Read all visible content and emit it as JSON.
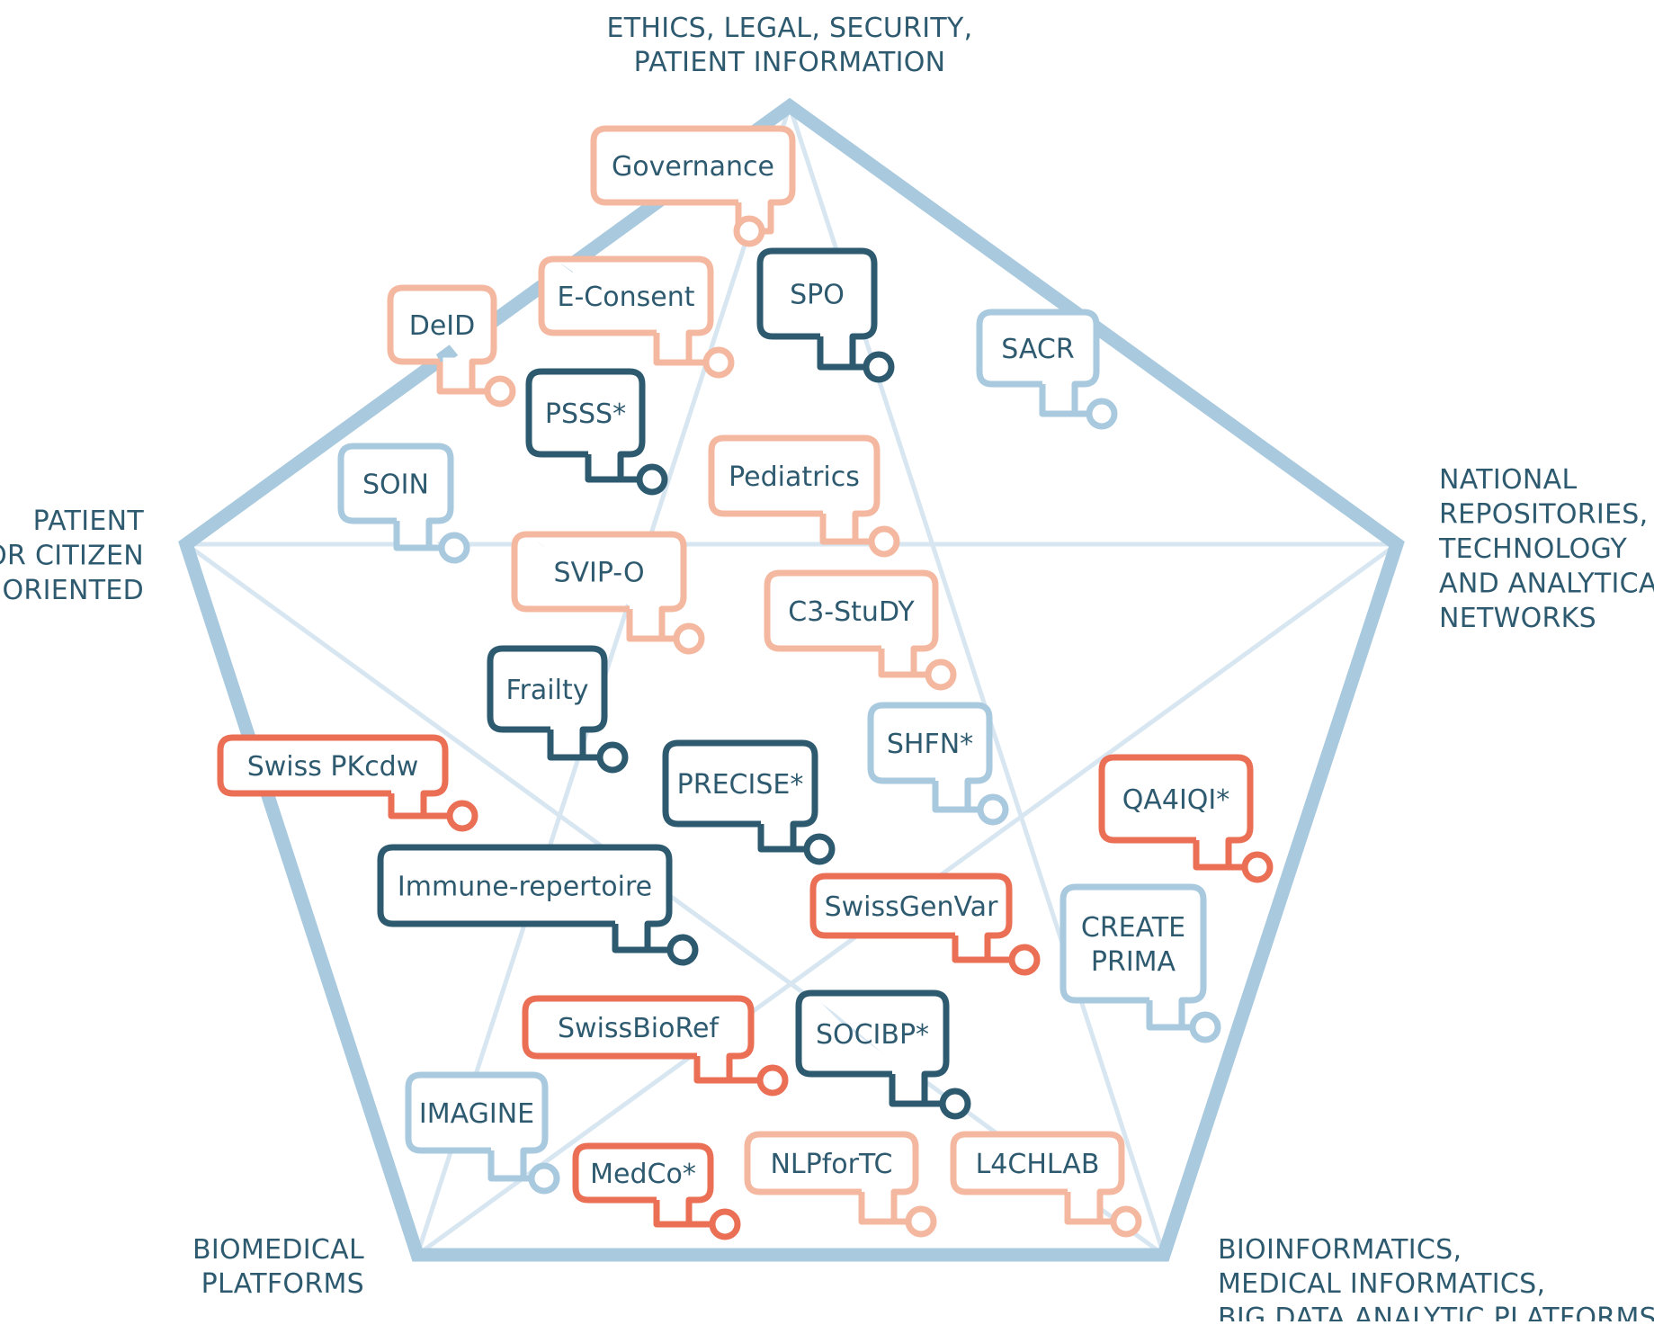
{
  "colors": {
    "frame": "#a9c9de",
    "inner_lines": "#d7e6f0",
    "dark": "#2e5a70",
    "salmon": "#f4b8a0",
    "coral": "#ea6f55",
    "lightblue": "#a9c9de",
    "text": "#2e5a70"
  },
  "corners": [
    {
      "id": "top",
      "lines": [
        "ETHICS, LEGAL, SECURITY,",
        "PATIENT INFORMATION"
      ]
    },
    {
      "id": "right",
      "lines": [
        "NATIONAL",
        "REPOSITORIES,",
        "TECHNOLOGY",
        "AND ANALYTICAL",
        "NETWORKS"
      ]
    },
    {
      "id": "bottom-right",
      "lines": [
        "BIOINFORMATICS,",
        "MEDICAL INFORMATICS,",
        "BIG DATA ANALYTIC PLATFORMS"
      ]
    },
    {
      "id": "bottom-left",
      "lines": [
        "BIOMEDICAL",
        "PLATFORMS"
      ]
    },
    {
      "id": "left",
      "lines": [
        "PATIENT",
        "OR CITIZEN",
        "ORIENTED"
      ]
    }
  ],
  "projects": [
    {
      "id": "governance",
      "lines": [
        "Governance"
      ],
      "category": "salmon"
    },
    {
      "id": "e-consent",
      "lines": [
        "E-Consent"
      ],
      "category": "salmon"
    },
    {
      "id": "deid",
      "lines": [
        "DeID"
      ],
      "category": "salmon"
    },
    {
      "id": "spo",
      "lines": [
        "SPO"
      ],
      "category": "dark"
    },
    {
      "id": "sacr",
      "lines": [
        "SACR"
      ],
      "category": "lightblue"
    },
    {
      "id": "psss",
      "lines": [
        "PSSS*"
      ],
      "category": "dark"
    },
    {
      "id": "soin",
      "lines": [
        "SOIN"
      ],
      "category": "lightblue"
    },
    {
      "id": "pediatrics",
      "lines": [
        "Pediatrics"
      ],
      "category": "salmon"
    },
    {
      "id": "svip-o",
      "lines": [
        "SVIP-O"
      ],
      "category": "salmon"
    },
    {
      "id": "c3-study",
      "lines": [
        "C3-StuDY"
      ],
      "category": "salmon"
    },
    {
      "id": "frailty",
      "lines": [
        "Frailty"
      ],
      "category": "dark"
    },
    {
      "id": "shfn",
      "lines": [
        "SHFN*"
      ],
      "category": "lightblue"
    },
    {
      "id": "swiss-pkcdw",
      "lines": [
        "Swiss PKcdw"
      ],
      "category": "coral"
    },
    {
      "id": "precise",
      "lines": [
        "PRECISE*"
      ],
      "category": "dark"
    },
    {
      "id": "qa4iqi",
      "lines": [
        "QA4IQI*"
      ],
      "category": "coral"
    },
    {
      "id": "immune-repertoire",
      "lines": [
        "Immune-repertoire"
      ],
      "category": "dark"
    },
    {
      "id": "swissgenvar",
      "lines": [
        "SwissGenVar"
      ],
      "category": "coral"
    },
    {
      "id": "create-prima",
      "lines": [
        "CREATE",
        "PRIMA"
      ],
      "category": "lightblue"
    },
    {
      "id": "swissbioref",
      "lines": [
        "SwissBioRef"
      ],
      "category": "coral"
    },
    {
      "id": "socibp",
      "lines": [
        "SOCIBP*"
      ],
      "category": "dark"
    },
    {
      "id": "imagine",
      "lines": [
        "IMAGINE"
      ],
      "category": "lightblue"
    },
    {
      "id": "medco",
      "lines": [
        "MedCo*"
      ],
      "category": "coral"
    },
    {
      "id": "nlpfortc",
      "lines": [
        "NLPforTC"
      ],
      "category": "salmon"
    },
    {
      "id": "l4chlab",
      "lines": [
        "L4CHLAB"
      ],
      "category": "salmon"
    }
  ]
}
